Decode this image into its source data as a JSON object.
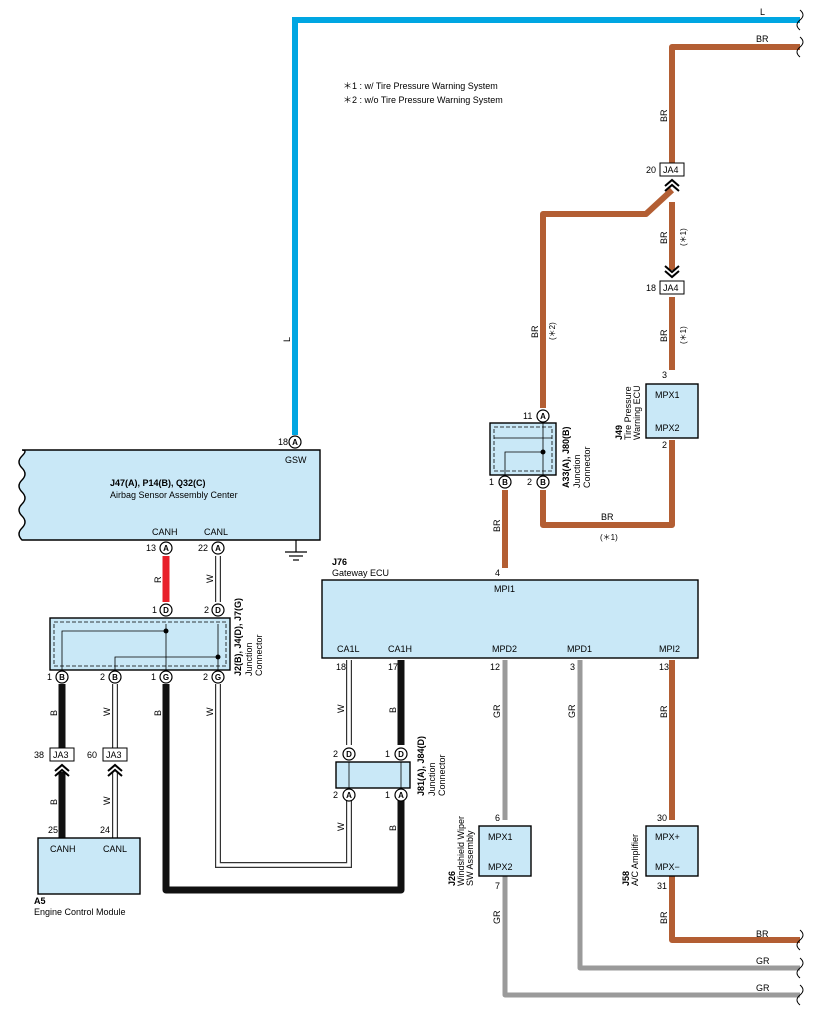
{
  "notes": {
    "n1": "＊1 : w/ Tire Pressure Warning System",
    "n2": "＊2 : w/o Tire Pressure Warning System"
  },
  "components": {
    "airbag": {
      "code": "J47(A), P14(B), Q32(C)",
      "name": "Airbag Sensor Assembly Center",
      "gsw": "GSW",
      "canh": "CANH",
      "canl": "CANL"
    },
    "gateway": {
      "code": "J76",
      "name": "Gateway ECU",
      "mpi1": "MPI1",
      "ca1l": "CA1L",
      "ca1h": "CA1H",
      "mpd2": "MPD2",
      "mpd1": "MPD1",
      "mpi2": "MPI2"
    },
    "jc_left": {
      "code": "J2(B), J4(D), J7(G)",
      "name1": "Junction",
      "name2": "Connector"
    },
    "jc_mid": {
      "code": "J81(A), J84(D)",
      "name1": "Junction",
      "name2": "Connector"
    },
    "jc_top": {
      "code": "A33(A), J80(B)",
      "name1": "Junction",
      "name2": "Connector"
    },
    "tpms": {
      "code": "J49",
      "name1": "Tire Pressure",
      "name2": "Warning ECU",
      "p1": "MPX1",
      "p2": "MPX2"
    },
    "wiper": {
      "code": "J26",
      "name1": "Windshield Wiper",
      "name2": "SW Assembly",
      "p1": "MPX1",
      "p2": "MPX2"
    },
    "ac": {
      "code": "J58",
      "name1": "A/C Amplifier",
      "p1": "MPX+",
      "p2": "MPX−"
    },
    "ecm": {
      "code": "A5",
      "name": "Engine Control Module",
      "canh": "CANH",
      "canl": "CANL"
    }
  },
  "pins": {
    "airbag_gsw": "A",
    "airbag_gsw_num": "18",
    "airbag_canh": "A",
    "airbag_canh_num": "13",
    "airbag_canl": "A",
    "airbag_canl_num": "22",
    "jl_top1": "D",
    "jl_top1_num": "1",
    "jl_top2": "D",
    "jl_top2_num": "2",
    "jl_b1": "B",
    "jl_b1_num": "1",
    "jl_b2": "B",
    "jl_b2_num": "2",
    "jl_g1": "G",
    "jl_g1_num": "1",
    "jl_g2": "G",
    "jl_g2_num": "2",
    "jm_d2": "D",
    "jm_d2_num": "2",
    "jm_d1": "D",
    "jm_d1_num": "1",
    "jm_a2": "A",
    "jm_a2_num": "2",
    "jm_a1": "A",
    "jm_a1_num": "1",
    "jt_a": "A",
    "jt_a_num": "11",
    "jt_b1": "B",
    "jt_b1_num": "1",
    "jt_b2": "B",
    "jt_b2_num": "2",
    "gw_mpi1_num": "4",
    "gw_ca1l_num": "18",
    "gw_ca1h_num": "17",
    "gw_mpd2_num": "12",
    "gw_mpd1_num": "3",
    "gw_mpi2_num": "13",
    "tp_3": "3",
    "tp_2": "2",
    "wp_6": "6",
    "wp_7": "7",
    "ac_30": "30",
    "ac_31": "31",
    "ecm_25": "25",
    "ecm_24": "24"
  },
  "junctions": {
    "ja4_top": {
      "tag": "JA4",
      "num": "20"
    },
    "ja4_bot": {
      "tag": "JA4",
      "num": "18"
    },
    "ja3_l": {
      "tag": "JA3",
      "num": "38"
    },
    "ja3_r": {
      "tag": "JA3",
      "num": "60"
    }
  },
  "wires": {
    "L": "L",
    "BR": "BR",
    "R": "R",
    "W": "W",
    "B": "B",
    "GR": "GR",
    "star1": "(＊1)",
    "star2": "(＊2)"
  },
  "colors": {
    "L": "#00a6e2",
    "BR": "#b35e33",
    "R": "#e8202a",
    "B": "#111111",
    "GR": "#9a9a9a",
    "W": "#ffffff",
    "box": "#c9e8f7"
  }
}
